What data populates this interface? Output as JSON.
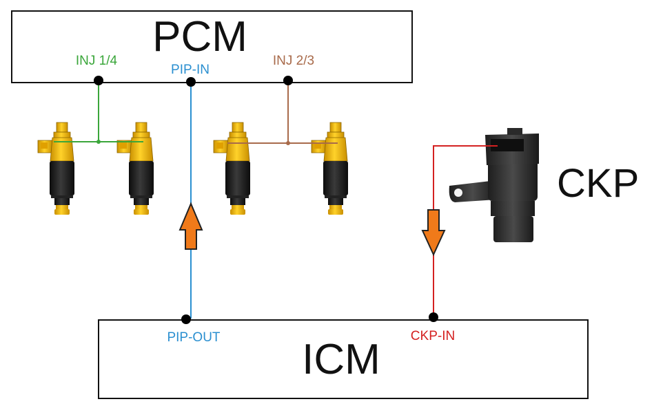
{
  "pcm": {
    "title": "PCM"
  },
  "icm": {
    "title": "ICM"
  },
  "ckp": {
    "title": "CKP"
  },
  "pins": {
    "inj14": "INJ 1/4",
    "pip_in": "PIP-IN",
    "inj23": "INJ 2/3",
    "pip_out": "PIP-OUT",
    "ckp_in": "CKP-IN"
  },
  "colors": {
    "inj14_wire": "#3aa63a",
    "pip_wire": "#2a8fd0",
    "inj23_wire": "#a86a4a",
    "ckp_wire": "#d42020",
    "arrow": "#f07a1a",
    "injector_top": "#f2b90f",
    "injector_body": "#1a1a1a"
  },
  "icons": {
    "injector": "fuel-injector-icon",
    "sensor": "crankshaft-position-sensor-icon",
    "arrow_up": "arrow-up-icon",
    "arrow_down": "arrow-down-icon"
  }
}
